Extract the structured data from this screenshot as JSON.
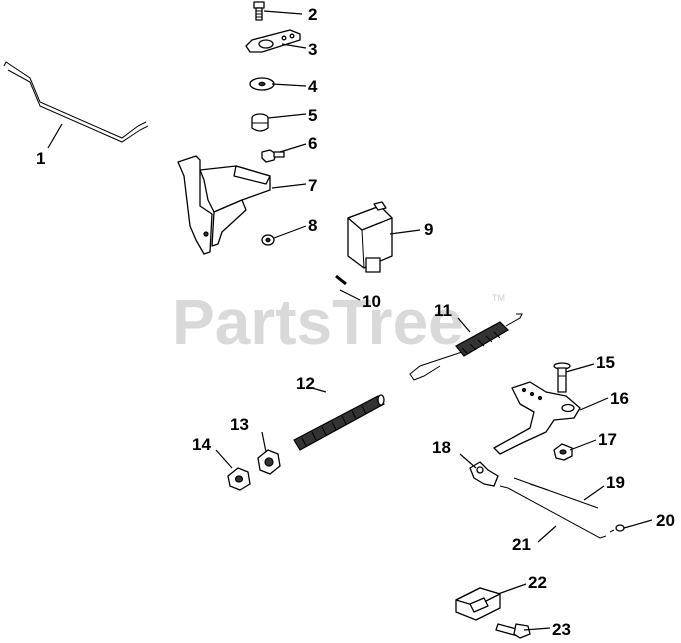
{
  "watermark": {
    "text": "PartsTree",
    "trademark": "TM"
  },
  "callouts": [
    {
      "id": "1",
      "label": "1"
    },
    {
      "id": "2",
      "label": "2"
    },
    {
      "id": "3",
      "label": "3"
    },
    {
      "id": "4",
      "label": "4"
    },
    {
      "id": "5",
      "label": "5"
    },
    {
      "id": "6",
      "label": "6"
    },
    {
      "id": "7",
      "label": "7"
    },
    {
      "id": "8",
      "label": "8"
    },
    {
      "id": "9",
      "label": "9"
    },
    {
      "id": "10",
      "label": "10"
    },
    {
      "id": "11",
      "label": "11"
    },
    {
      "id": "12",
      "label": "12"
    },
    {
      "id": "13",
      "label": "13"
    },
    {
      "id": "14",
      "label": "14"
    },
    {
      "id": "15",
      "label": "15"
    },
    {
      "id": "16",
      "label": "16"
    },
    {
      "id": "17",
      "label": "17"
    },
    {
      "id": "18",
      "label": "18"
    },
    {
      "id": "19",
      "label": "19"
    },
    {
      "id": "20",
      "label": "20"
    },
    {
      "id": "21",
      "label": "21"
    },
    {
      "id": "22",
      "label": "22"
    },
    {
      "id": "23",
      "label": "23"
    }
  ]
}
